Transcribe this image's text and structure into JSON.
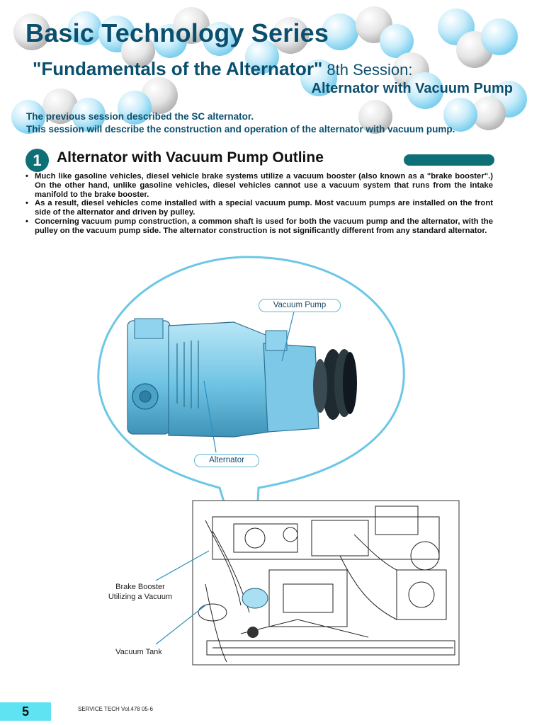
{
  "header": {
    "title": "Basic Technology Series",
    "subtitle_quote": "\"Fundamentals of the Alternator\"",
    "subtitle_session": "8th Session:",
    "subtitle_line2": "Alternator with Vacuum Pump"
  },
  "intro": {
    "line1": "The previous session described the SC alternator.",
    "line2": "This session will describe the construction and operation of the alternator with vacuum pump."
  },
  "section": {
    "number": "1",
    "title": "Alternator with Vacuum Pump Outline",
    "bullets": [
      "Much like gasoline vehicles, diesel vehicle brake systems utilize a vacuum booster (also known as a \"brake booster\".) On the other hand, unlike gasoline vehicles, diesel vehicles cannot use a vacuum system that runs from the intake manifold to the brake booster.",
      "As a result, diesel vehicles come installed with a special vacuum pump. Most vacuum pumps are installed on the front side of the alternator and driven by pulley.",
      "Concerning vacuum pump construction, a common shaft is used for both the vacuum pump and the alternator, with the pulley on the vacuum pump side. The alternator construction is not significantly different from any standard alternator."
    ]
  },
  "diagram": {
    "labels": {
      "vacuum_pump": "Vacuum Pump",
      "alternator": "Alternator",
      "brake_booster_line1": "Brake Booster",
      "brake_booster_line2": "Utilizing a Vacuum",
      "vacuum_tank": "Vacuum Tank"
    }
  },
  "footer": {
    "page_number": "5",
    "publication": "SERVICE TECH Vol.478 05-6"
  },
  "colors": {
    "title": "#0b4f6e",
    "accent": "#0f6f77",
    "callout_border": "#5cb8d8",
    "page_tab": "#5fe3f2"
  }
}
